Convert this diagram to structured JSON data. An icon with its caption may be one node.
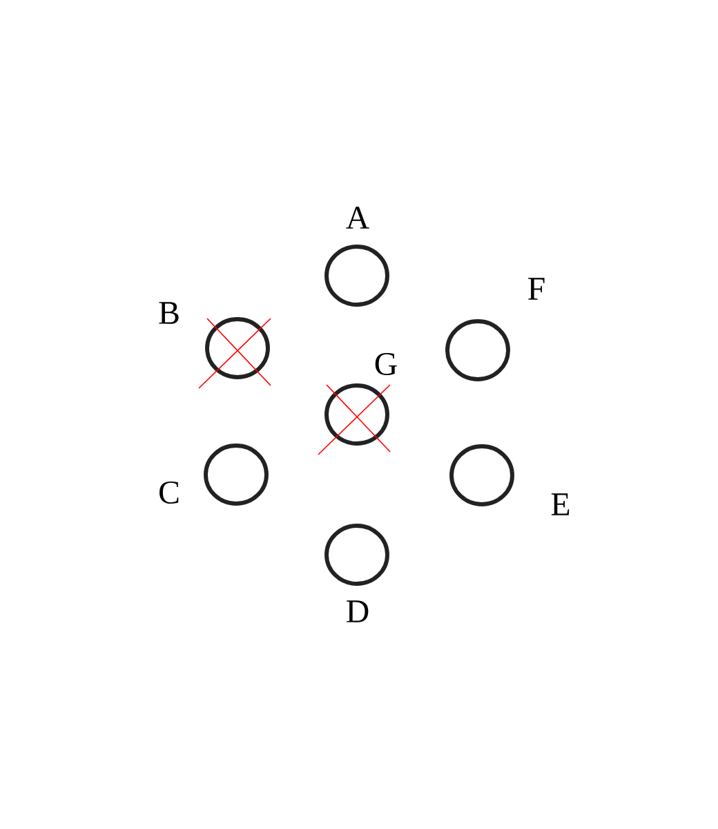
{
  "diagram": {
    "nodes": [
      {
        "text": [
          "A"
        ]
      },
      {
        "text": [
          "B"
        ]
      },
      {
        "text": [
          "F"
        ]
      },
      {
        "text": [
          "G"
        ]
      },
      {
        "text": [
          "C"
        ]
      },
      {
        "text": [
          "E"
        ]
      },
      {
        "text": [
          "D"
        ]
      }
    ]
  }
}
